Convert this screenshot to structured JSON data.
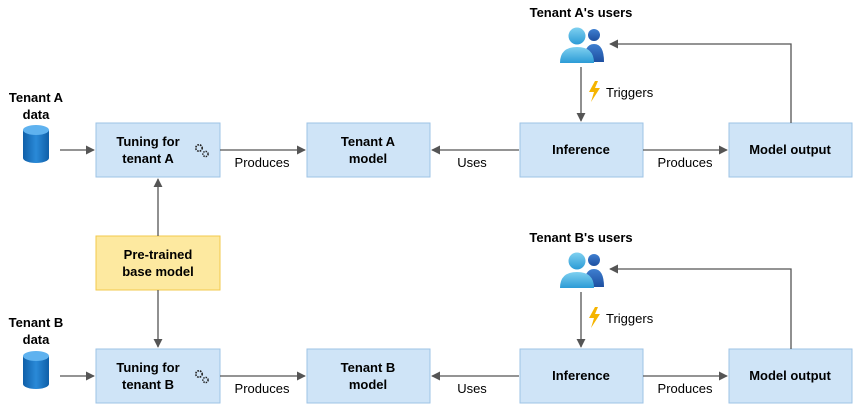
{
  "tenants": [
    {
      "source_label_line1": "Tenant A",
      "source_label_line2": "data",
      "tuning_line1": "Tuning for",
      "tuning_line2": "tenant A",
      "model_line1": "Tenant A",
      "model_line2": "model",
      "users_label": "Tenant A's users"
    },
    {
      "source_label_line1": "Tenant B",
      "source_label_line2": "data",
      "tuning_line1": "Tuning for",
      "tuning_line2": "tenant B",
      "model_line1": "Tenant B",
      "model_line2": "model",
      "users_label": "Tenant B's users"
    }
  ],
  "base_model": {
    "line1": "Pre-trained",
    "line2": "base model"
  },
  "inference_label": "Inference",
  "model_output_label": "Model output",
  "edge_labels": {
    "produces": "Produces",
    "uses": "Uses",
    "triggers": "Triggers"
  },
  "colors": {
    "box_fill": "#cfe4f7",
    "box_stroke": "#9dc3e6",
    "base_fill": "#fde9a0",
    "base_stroke": "#f2c94c",
    "line": "#555555",
    "lightning": "#f5b400",
    "db_blue": "#1e78c8"
  },
  "icons": [
    "database-icon",
    "gears-icon",
    "users-icon",
    "lightning-icon"
  ]
}
